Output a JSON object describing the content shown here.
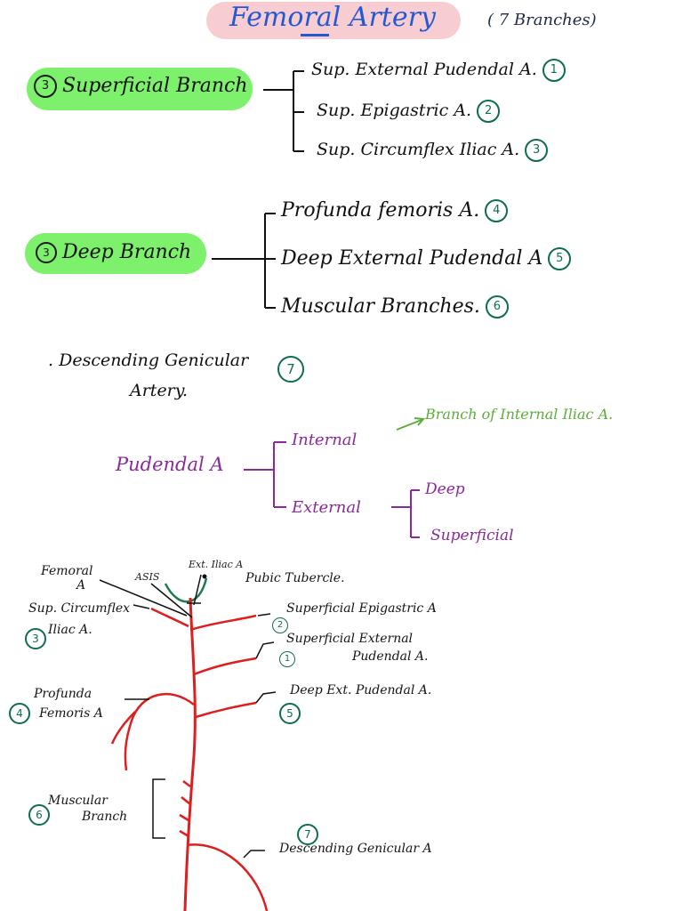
{
  "header": {
    "title": "Femoral Artery",
    "note": "( 7 Branches)"
  },
  "superficial": {
    "badge": "3",
    "label": "Superficial Branch",
    "items": [
      {
        "text": "Sup. External Pudendal A.",
        "num": "1"
      },
      {
        "text": "Sup. Epigastric A.",
        "num": "2"
      },
      {
        "text": "Sup. Circumflex Iliac A.",
        "num": "3"
      }
    ]
  },
  "deep": {
    "badge": "3",
    "label": "Deep Branch",
    "items": [
      {
        "text": "Profunda femoris A.",
        "num": "4"
      },
      {
        "text": "Deep External Pudendal A",
        "num": "5"
      },
      {
        "text": "Muscular Branches.",
        "num": "6"
      }
    ]
  },
  "descending": {
    "bullet": ".",
    "line1": "Descending Genicular",
    "line2": "Artery.",
    "num": "7"
  },
  "pudendal": {
    "label": "Pudendal A",
    "internal": "Internal",
    "internal_note": "Branch of Internal Iliac A.",
    "external": "External",
    "deep": "Deep",
    "superficial": "Superficial"
  },
  "figure": {
    "femoral_label": "Femoral",
    "femoral_label2": "A",
    "asis": "ASIS",
    "ext_iliac": "Ext. Iliac A",
    "pubic": "Pubic Tubercle.",
    "sup_circumflex_1": "Sup. Circumflex",
    "sup_circumflex_2": "Iliac A.",
    "sup_circumflex_num": "3",
    "sup_epigastric": "Superficial Epigastric A",
    "sup_epigastric_num": "2",
    "sup_ext_pud_1": "Superficial External",
    "sup_ext_pud_2": "Pudendal A.",
    "sup_ext_pud_num": "1",
    "deep_ext_pud": "Deep Ext. Pudendal A.",
    "deep_ext_pud_num": "5",
    "profunda_1": "Profunda",
    "profunda_2": "Femoris A",
    "profunda_num": "4",
    "muscular_1": "Muscular",
    "muscular_2": "Branch",
    "muscular_num": "6",
    "descending": "Descending Genicular A",
    "descending_num": "7"
  },
  "colors": {
    "artery": "#dd1f1f",
    "highlight_green": "#7df06c",
    "highlight_pink": "#f7cdd2",
    "title_blue": "#2459d6",
    "number_green": "#0f6e4a",
    "pudendal_purple": "#8a2a9a",
    "note_green": "#5cae3a"
  }
}
